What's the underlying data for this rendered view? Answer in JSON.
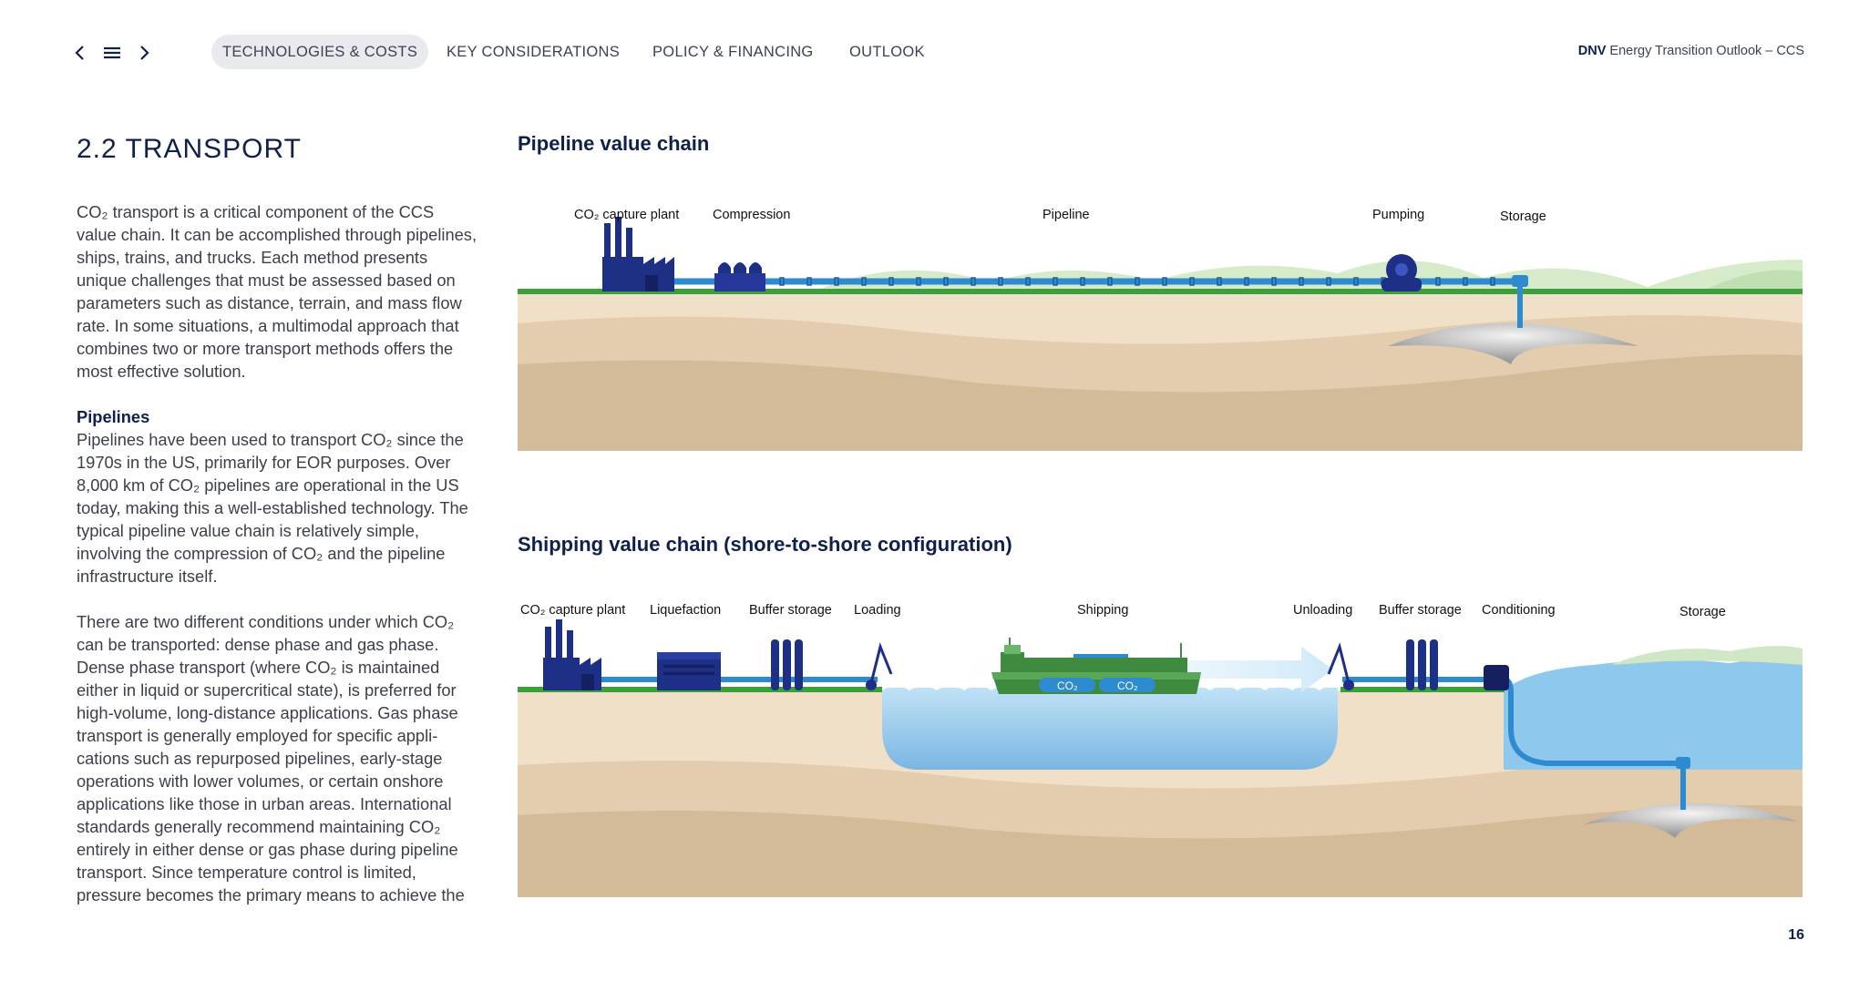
{
  "nav": {
    "tabs": [
      "TECHNOLOGIES & COSTS",
      "KEY CONSIDERATIONS",
      "POLICY & FINANCING",
      "OUTLOOK"
    ],
    "active_tab": 0,
    "brand_strong": "DNV",
    "brand_text": "Energy Transition Outlook – CCS"
  },
  "section": {
    "title": "2.2  TRANSPORT"
  },
  "body": {
    "p1": "CO₂ transport is a critical component of the CCS value chain. It can be accomplished through pipelines, ships, trains, and trucks. Each method presents unique challenges that must be assessed based on parameters such as distance, terrain, and mass flow rate. In some situations, a multimodal approach that combines two or more transport methods offers the most effective solution.",
    "h_pipelines": "Pipelines",
    "p2": "Pipelines have been used to transport CO₂ since the 1970s in the US, primarily for EOR purposes. Over 8,000 km of CO₂ pipelines are operational in the US today, making this a well-established technology. The typical pipeline value chain is relatively simple, involving the compression of CO₂ and the pipeline infrastructure itself.",
    "p3": "There are two different conditions under which CO₂ can be transported: dense phase and gas phase. Dense phase transport (where CO₂ is maintained either in liquid or supercritical state), is preferred for high-volume, long-distance applications. Gas phase transport is generally employed for specific appli-cations such as repurposed pipelines, early-stage operations with lower volumes, or certain onshore applications like those in urban areas. International standards generally recommend maintaining CO₂ entirely in either dense or gas phase during pipeline transport. Since temperature control is limited, pressure becomes the primary means to achieve the"
  },
  "pipeline_diagram": {
    "title": "Pipeline value chain",
    "labels": {
      "capture": "CO₂ capture plant",
      "compression": "Compression",
      "pipeline": "Pipeline",
      "pumping": "Pumping",
      "storage": "Storage"
    }
  },
  "shipping_diagram": {
    "title": "Shipping value chain (shore-to-shore configuration)",
    "labels": {
      "capture": "CO₂ capture plant",
      "liquefaction": "Liquefaction",
      "buffer1": "Buffer storage",
      "loading": "Loading",
      "shipping": "Shipping",
      "unloading": "Unloading",
      "buffer2": "Buffer storage",
      "conditioning": "Conditioning",
      "storage": "Storage"
    },
    "tank_label": "CO₂"
  },
  "page_number": "16",
  "colors": {
    "navy": "#0f204b",
    "pipe": "#2f8bd0",
    "ground": "#3ba03a",
    "sand_light": "#f1e0c8",
    "sand_dark": "#d3bb99",
    "water": "#8ec8ec",
    "hill": "#cfe7c4",
    "factory": "#1e2f86"
  }
}
